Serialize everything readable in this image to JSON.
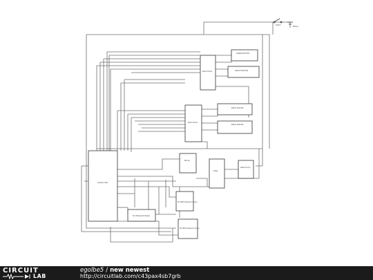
{
  "diagram": {
    "components": {
      "switch": "Switch",
      "battery": "Battery",
      "driver_top": "Motor Driver",
      "motor_top_1": "STEER MOTOR",
      "motor_top_2": "FRONT MOTOR",
      "driver_mid": "Motor Driver",
      "motor_mid_1": "BACK MOTOR",
      "motor_mid_2": "BACK MOTOR",
      "arduino": "Arduino UNO",
      "buzzer": "Buzzer",
      "relay": "Relay",
      "water_pump": "Water Pump",
      "ultrasonic_1": "HC-SR04 Ultrasonic Sensor",
      "ultrasonic_2": "HC-SR04 Ultrasonic Sensor",
      "bluetooth": "HC-05 Bluetooth Module"
    },
    "colors": {
      "wire": "#6e6e6e",
      "component": "#333333",
      "background": "#ffffff"
    }
  },
  "footer": {
    "logo_top": "CIRCUIT",
    "logo_bottom": "LAB",
    "author": "egolbe5",
    "separator": "/",
    "title": "new newest",
    "url": "http://circuitlab.com/c43pax4sb7grb",
    "background": "#1b1b1b"
  }
}
